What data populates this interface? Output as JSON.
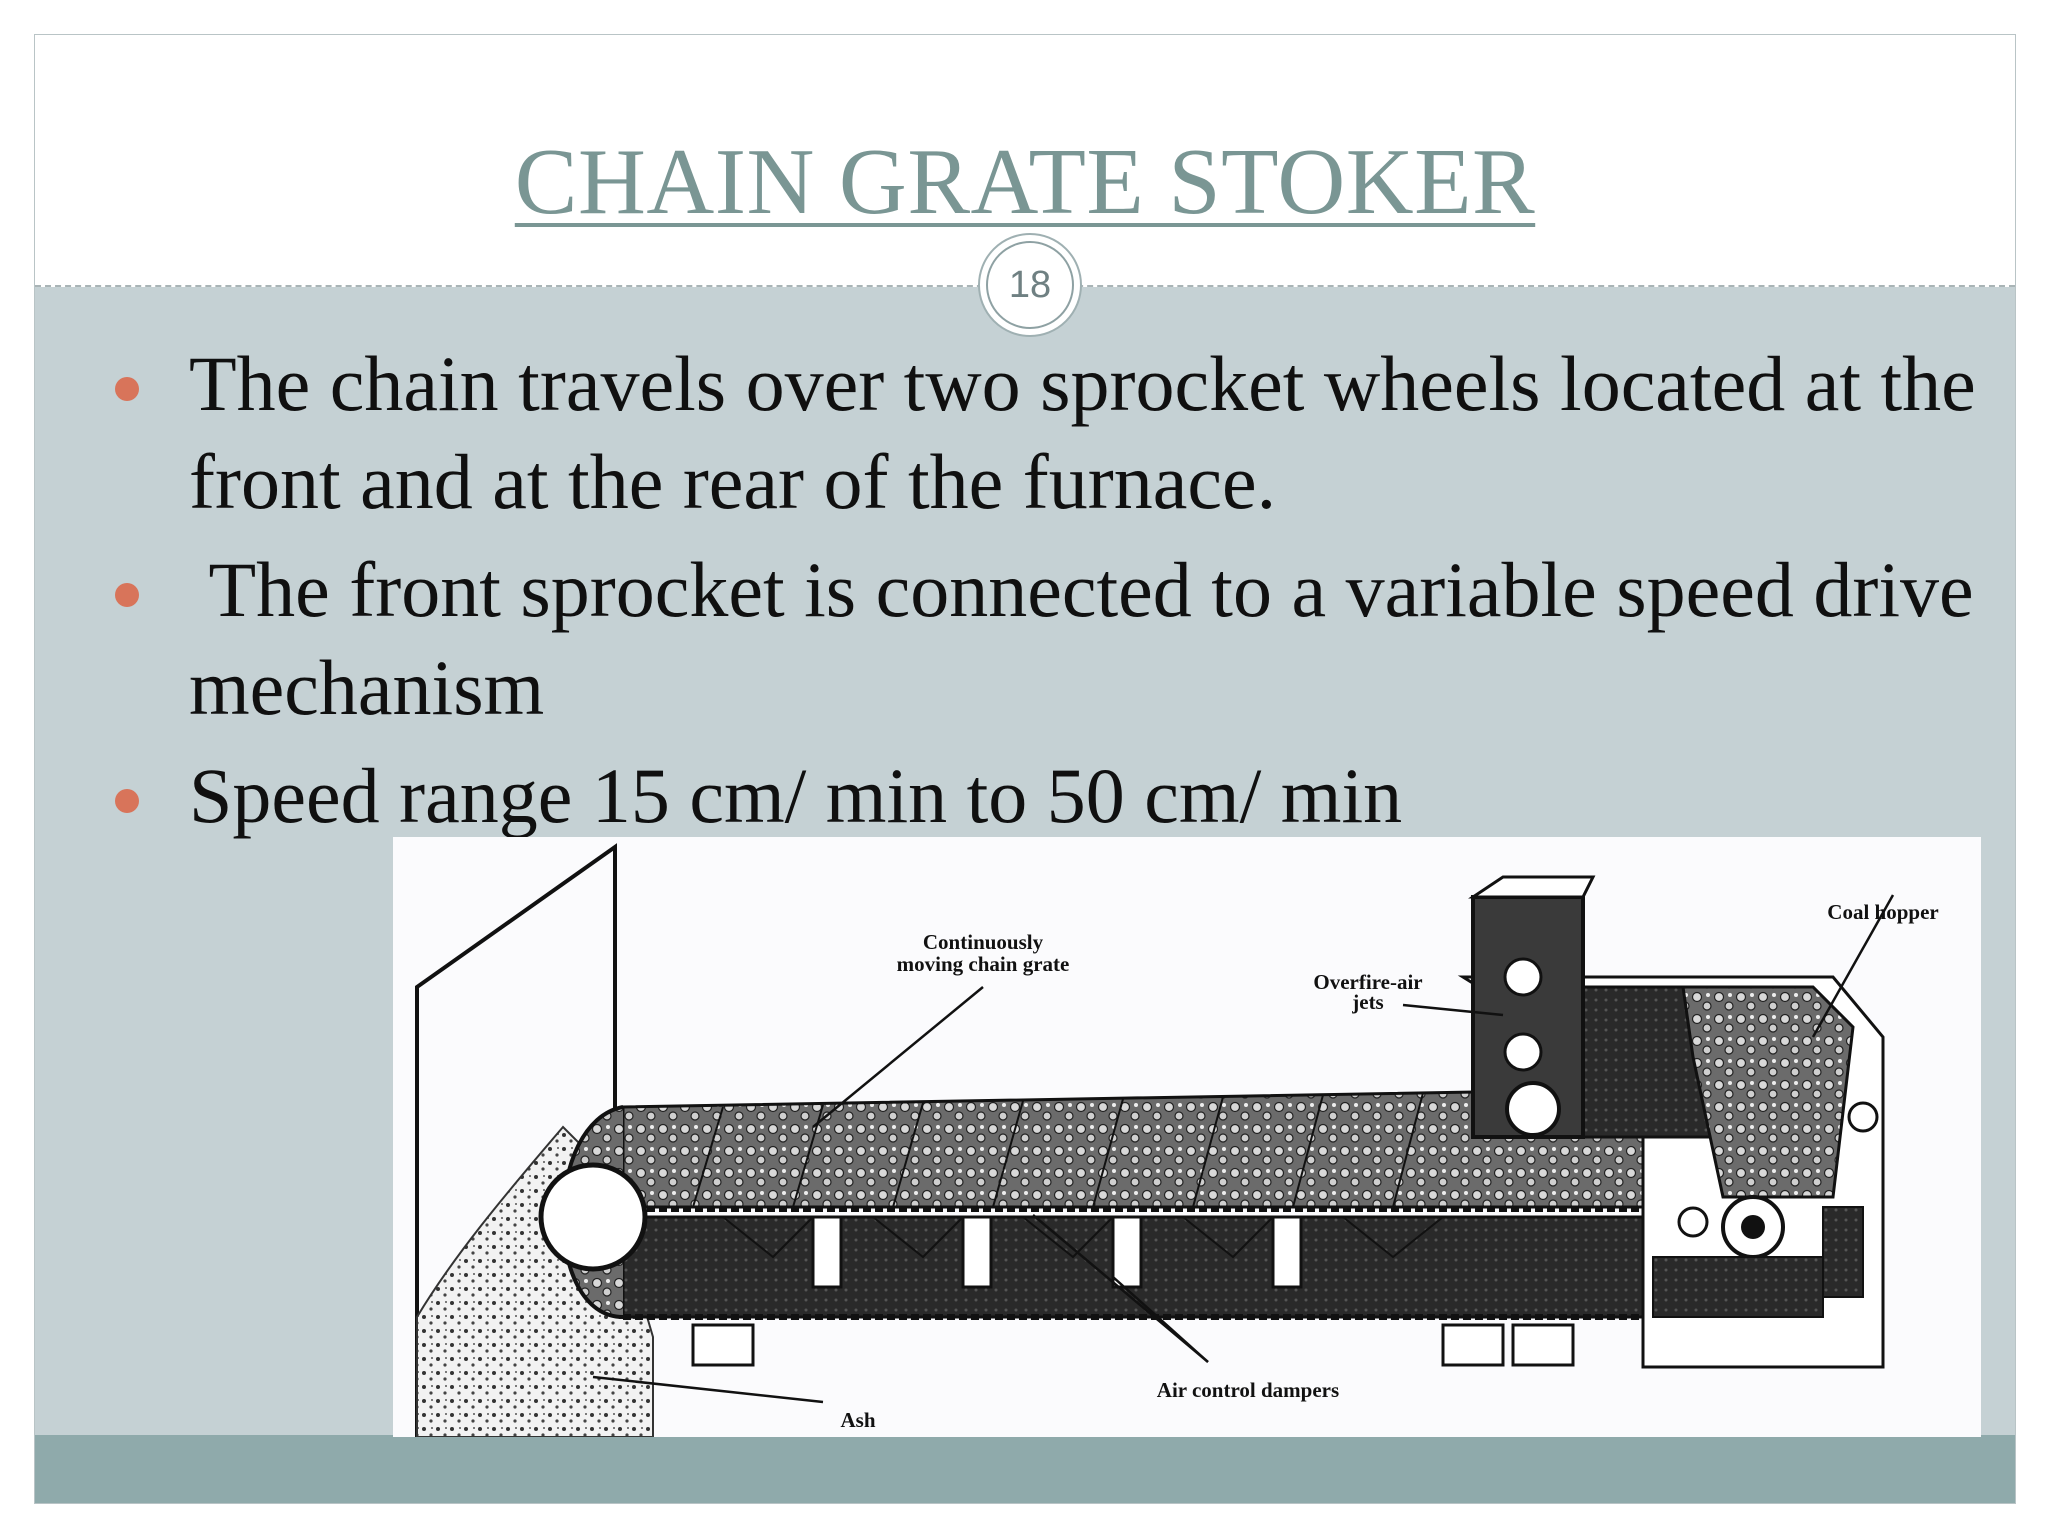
{
  "slide": {
    "title": "CHAIN GRATE STOKER",
    "page_number": "18",
    "bullets": [
      "The chain travels over two sprocket wheels located at the front and at the rear of the furnace.",
      " The front sprocket is connected to a variable speed drive mechanism",
      "Speed range 15 cm/ min to 50 cm/ min"
    ]
  },
  "figure": {
    "labels": {
      "chain_grate_line1": "Continuously",
      "chain_grate_line2": "moving chain grate",
      "overfire_line1": "Overfire-air",
      "overfire_line2": "jets",
      "coal_hopper": "Coal hopper",
      "dampers": "Air control dampers",
      "ash": "Ash"
    }
  },
  "colors": {
    "title": "#7a9694",
    "content_bg": "#c5d1d4",
    "footer": "#8faaab",
    "bullet": "#d8745a"
  }
}
